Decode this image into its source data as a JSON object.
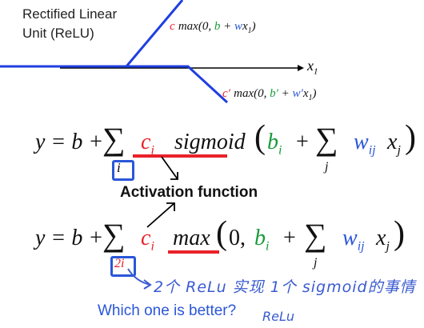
{
  "relu_title": "Rectified Linear Unit (ReLU)",
  "formula_top": {
    "c": "c",
    "max": "max",
    "args_open": "(0, ",
    "b": "b",
    "plus": " + ",
    "w": "w",
    "x1": "x",
    "sub1": "1",
    "close": ")"
  },
  "formula_bottom": {
    "c": "c′",
    "max": "max",
    "args_open": "(0, ",
    "b": "b′",
    "plus": " + ",
    "w": "w′",
    "x1": "x",
    "sub1": "1",
    "close": ")"
  },
  "axis_label": "x",
  "axis_sub": "1",
  "eq1": {
    "lhs": "y = b +",
    "sum": "∑",
    "idx": "i",
    "c": "c",
    "ci_sub": "i",
    "fn": "sigmoid",
    "bi": "b",
    "bi_sub": "i",
    "plus": "+",
    "sum2": "∑",
    "idx2": "j",
    "w": "w",
    "w_sub": "ij",
    "x": "x",
    "x_sub": "j"
  },
  "activation_label": "Activation function",
  "eq2": {
    "lhs": "y = b +",
    "sum": "∑",
    "idx": "2i",
    "c": "c",
    "ci_sub": "i",
    "fn": "max",
    "zero": "0,",
    "bi": "b",
    "bi_sub": "i",
    "plus": "+",
    "sum2": "∑",
    "idx2": "j",
    "w": "w",
    "w_sub": "ij",
    "x": "x",
    "x_sub": "j"
  },
  "note_handwritten": "2个 ReLu 实现 1个 sigmoid的事情",
  "question": "Which one is better?",
  "answer_handwritten": "ReLu",
  "colors": {
    "relu_line": "#1f3fe0",
    "red": "#e8212a",
    "green": "#1a9a3a",
    "blue_box": "#2a56d8",
    "hand_ink": "#3a5bd0"
  }
}
